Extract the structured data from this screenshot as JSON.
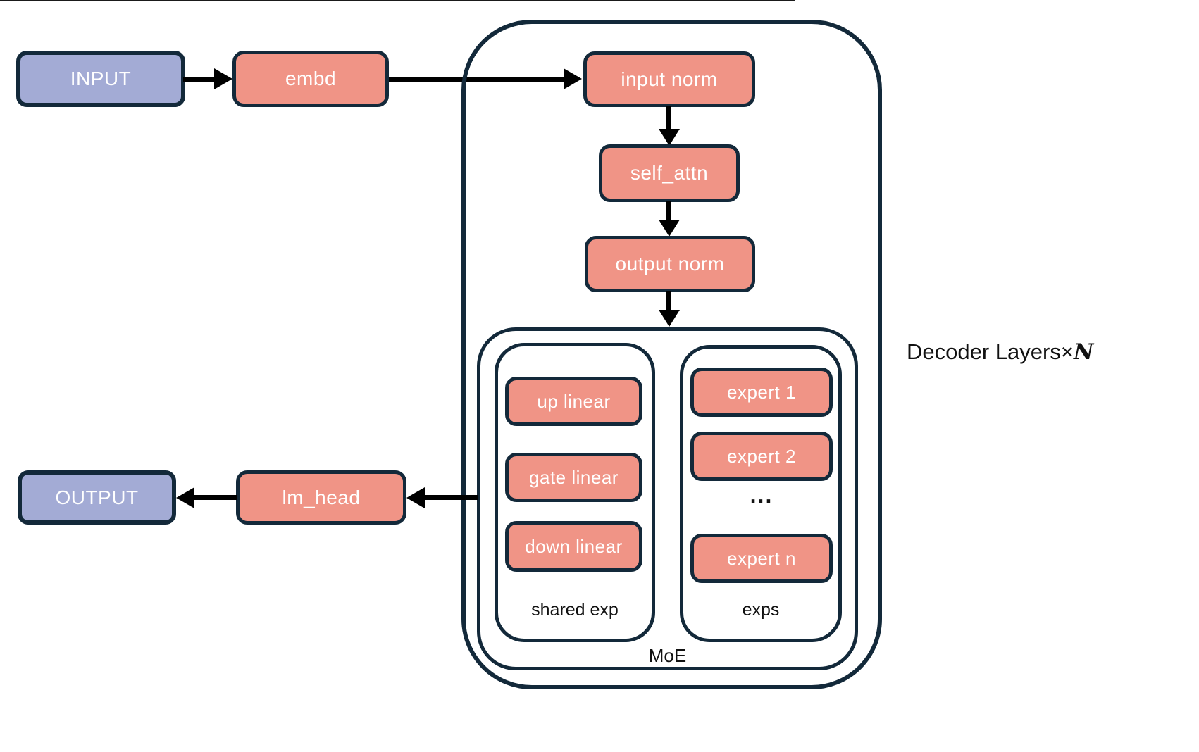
{
  "colors": {
    "io_fill": "#A3ABD5",
    "node_fill": "#F09486",
    "border": "#13293A",
    "arrow": "#000000",
    "label_text": "#111111",
    "box_text": "#FFFFFF"
  },
  "nodes": {
    "input": "INPUT",
    "embd": "embd",
    "input_norm": "input norm",
    "self_attn": "self_attn",
    "output_norm": "output norm",
    "up_linear": "up linear",
    "gate_linear": "gate linear",
    "down_linear": "down linear",
    "expert_1": "expert 1",
    "expert_2": "expert 2",
    "experts_ellipsis": "...",
    "expert_n": "expert n",
    "lm_head": "lm_head",
    "output": "OUTPUT"
  },
  "labels": {
    "shared_exp": "shared exp",
    "exps": "exps",
    "moe": "MoE",
    "decoder_layers_prefix": "Decoder Layers",
    "times_symbol": "×",
    "layer_count_symbol": "N"
  }
}
